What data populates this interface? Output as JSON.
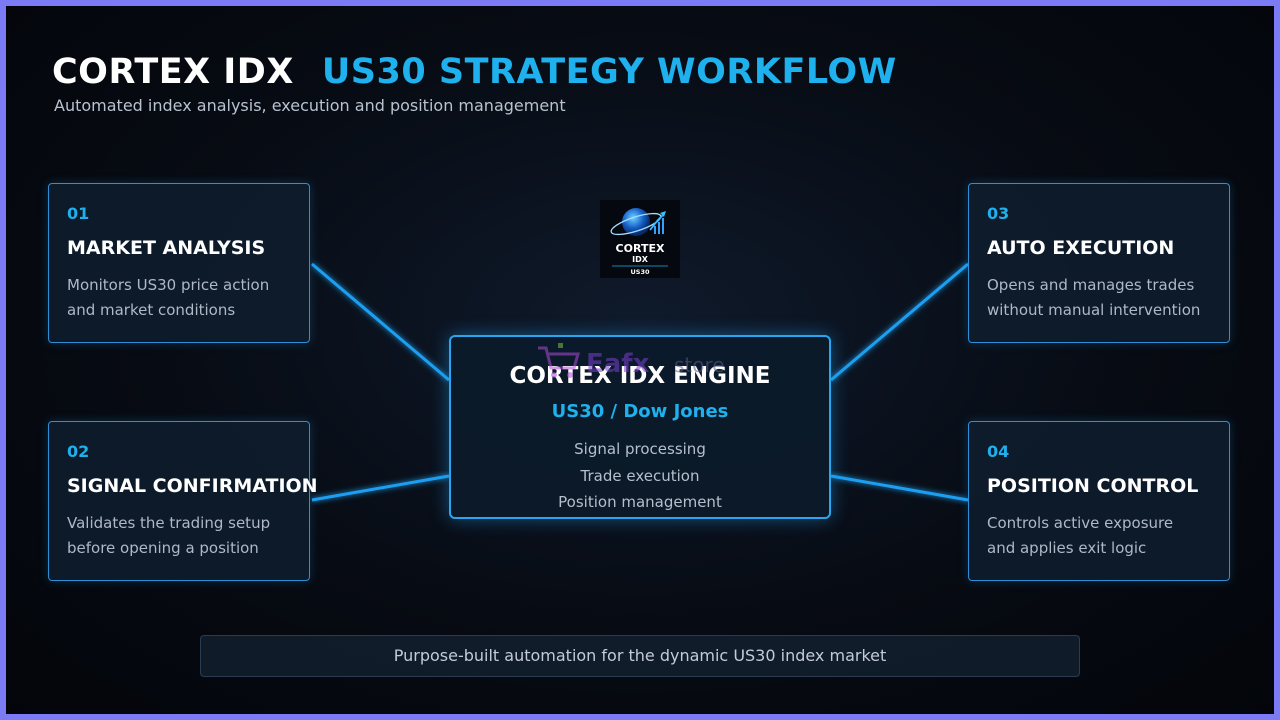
{
  "header": {
    "title": "CORTEX IDX",
    "title_accent": "US30 STRATEGY WORKFLOW",
    "subtitle": "Automated index analysis, execution and position management"
  },
  "steps": [
    {
      "num": "01",
      "title": "MARKET ANALYSIS",
      "desc": [
        "Monitors US30 price action",
        "and market conditions"
      ]
    },
    {
      "num": "02",
      "title": "SIGNAL CONFIRMATION",
      "desc": [
        "Validates the trading setup",
        "before opening a position"
      ]
    },
    {
      "num": "03",
      "title": "AUTO EXECUTION",
      "desc": [
        "Opens and manages trades",
        "without manual intervention"
      ]
    },
    {
      "num": "04",
      "title": "POSITION CONTROL",
      "desc": [
        "Controls active exposure",
        "and applies exit logic"
      ]
    }
  ],
  "engine": {
    "title": "CORTEX IDX ENGINE",
    "subtitle": "US30 / Dow Jones",
    "items": [
      "Signal processing",
      "Trade execution",
      "Position management"
    ]
  },
  "logo": {
    "line1": "CORTEX",
    "line2": "IDX",
    "line3": "US30"
  },
  "watermark": {
    "text": "Eafx",
    "suffix": "store"
  },
  "footer": {
    "text": "Purpose-built automation for the dynamic US30 index market"
  },
  "colors": {
    "accent": "#1fb0ee",
    "border": "#2f8fd6",
    "background": "#070b13",
    "frame": "#7b7cf5"
  }
}
